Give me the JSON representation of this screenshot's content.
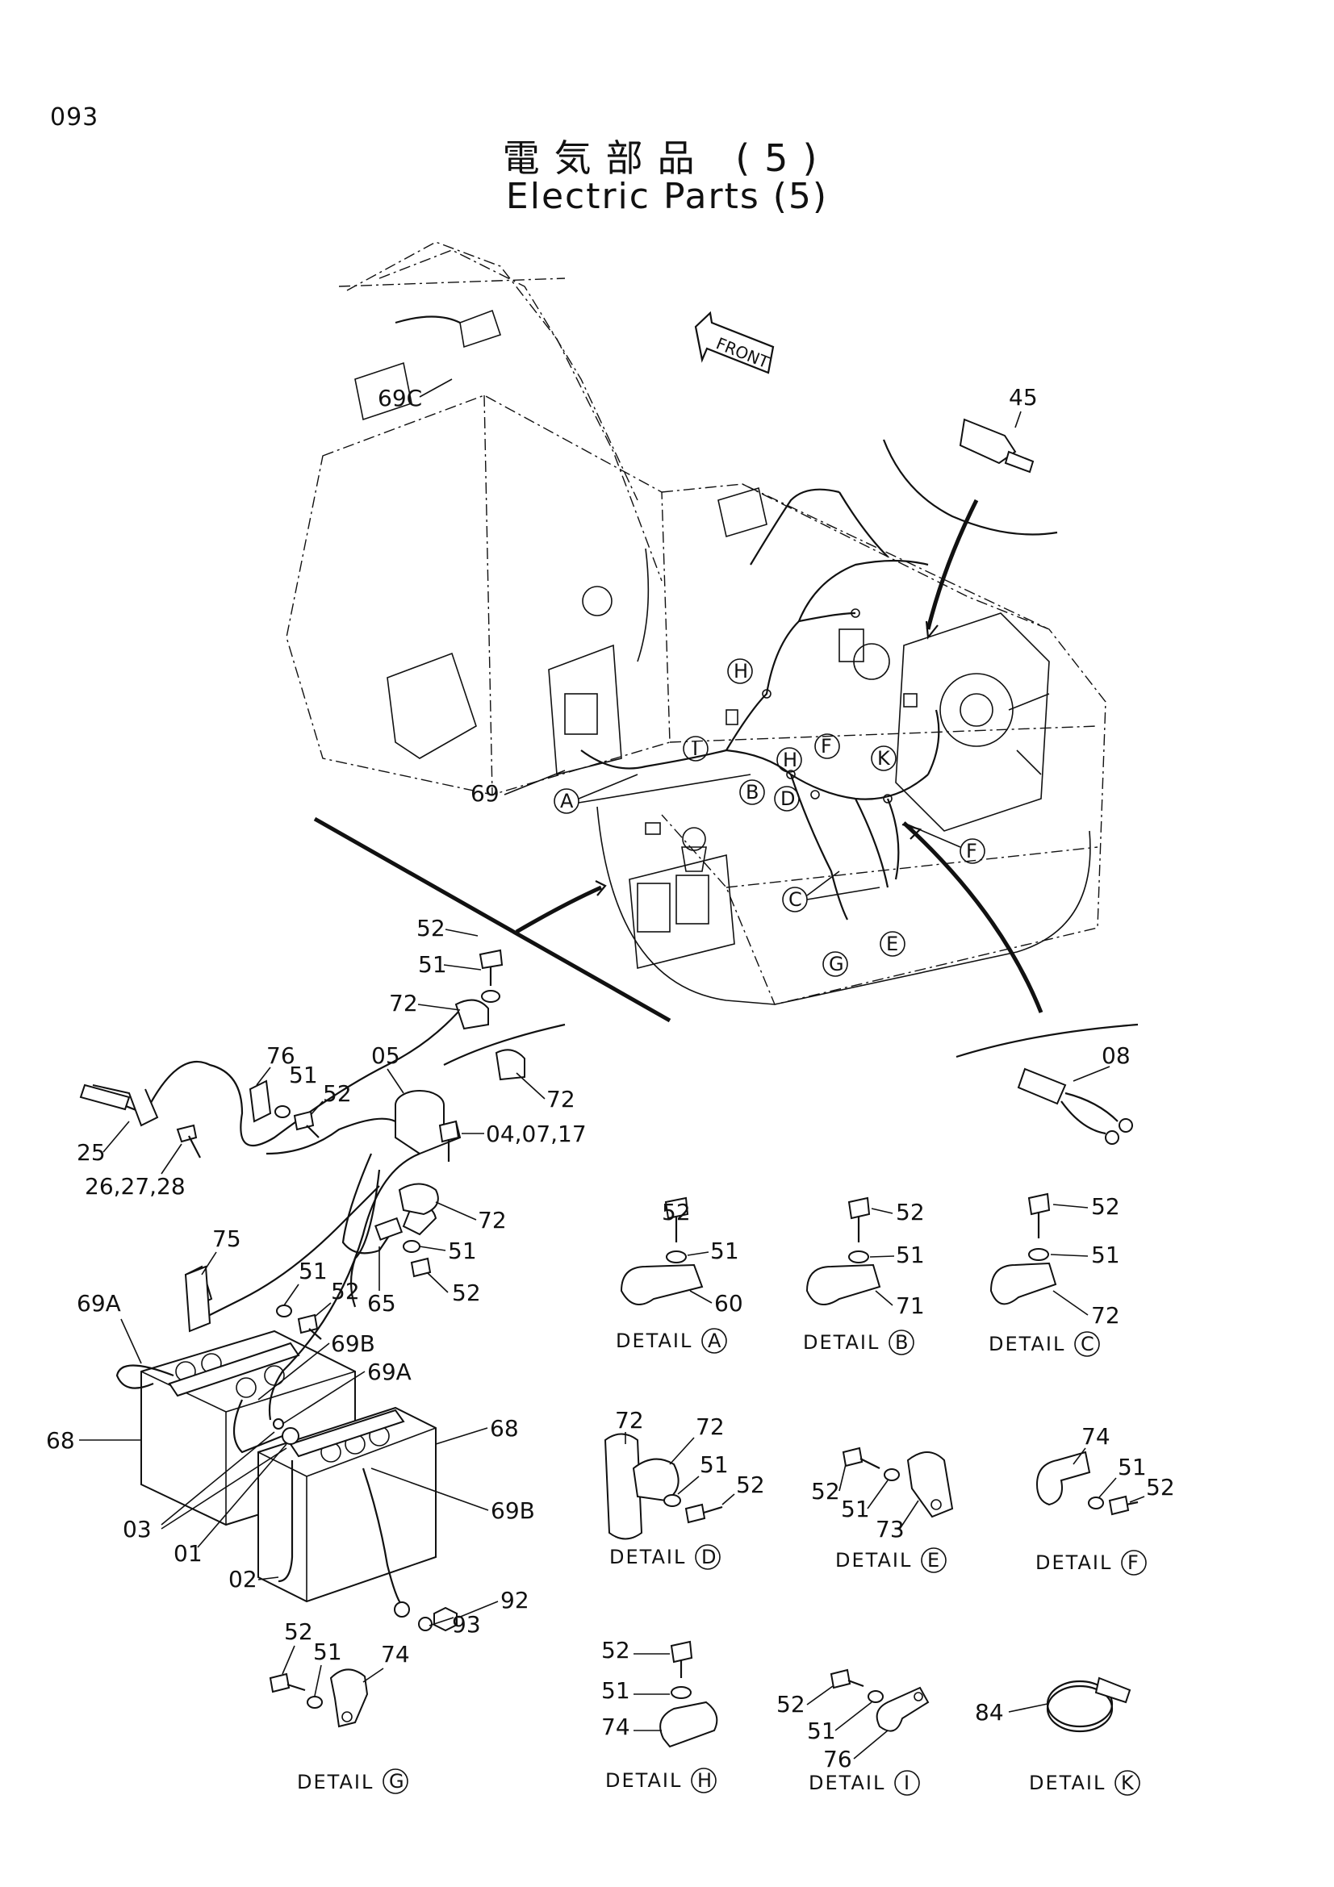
{
  "page_number": "093",
  "title_japanese": "電気部品 (5)",
  "title_english": "Electric Parts (5)",
  "front_arrow": "FRONT",
  "detail_word": "DETAIL",
  "main_labels": {
    "l69c": "69C",
    "l45": "45",
    "l69": "69",
    "l08": "08",
    "c_a": "A",
    "c_b": "B",
    "c_c": "C",
    "c_d": "D",
    "c_e": "E",
    "c_f1": "F",
    "c_f2": "F",
    "c_g": "G",
    "c_h1": "H",
    "c_h2": "H",
    "c_i": "I",
    "c_k": "K"
  },
  "battery_labels": {
    "l52a": "52",
    "l51a": "51",
    "l72a": "72",
    "l76": "76",
    "l51b": "51",
    "l52b": "52",
    "l05": "05",
    "l72b": "72",
    "l25": "25",
    "l262728": "26,27,28",
    "l040717": "04,07,17",
    "l72c": "72",
    "l75": "75",
    "l51c": "51",
    "l65": "65",
    "l52c": "52",
    "l51d": "51",
    "l52d": "52",
    "l69a1": "69A",
    "l69b1": "69B",
    "l69a2": "69A",
    "l68a": "68",
    "l68b": "68",
    "l69b2": "69B",
    "l03": "03",
    "l01": "01",
    "l02": "02",
    "l93": "93",
    "l92": "92"
  },
  "details": [
    {
      "id": "A",
      "callouts": [
        "52",
        "51",
        "60"
      ]
    },
    {
      "id": "B",
      "callouts": [
        "52",
        "51",
        "71"
      ]
    },
    {
      "id": "C",
      "callouts": [
        "52",
        "51",
        "72"
      ]
    },
    {
      "id": "D",
      "callouts": [
        "72",
        "72",
        "51",
        "52"
      ]
    },
    {
      "id": "E",
      "callouts": [
        "52",
        "51",
        "73"
      ]
    },
    {
      "id": "F",
      "callouts": [
        "74",
        "51",
        "52"
      ]
    },
    {
      "id": "G",
      "callouts": [
        "52",
        "51",
        "74"
      ]
    },
    {
      "id": "H",
      "callouts": [
        "52",
        "51",
        "74"
      ]
    },
    {
      "id": "I",
      "callouts": [
        "52",
        "51",
        "76"
      ]
    },
    {
      "id": "K",
      "callouts": [
        "84"
      ]
    }
  ]
}
